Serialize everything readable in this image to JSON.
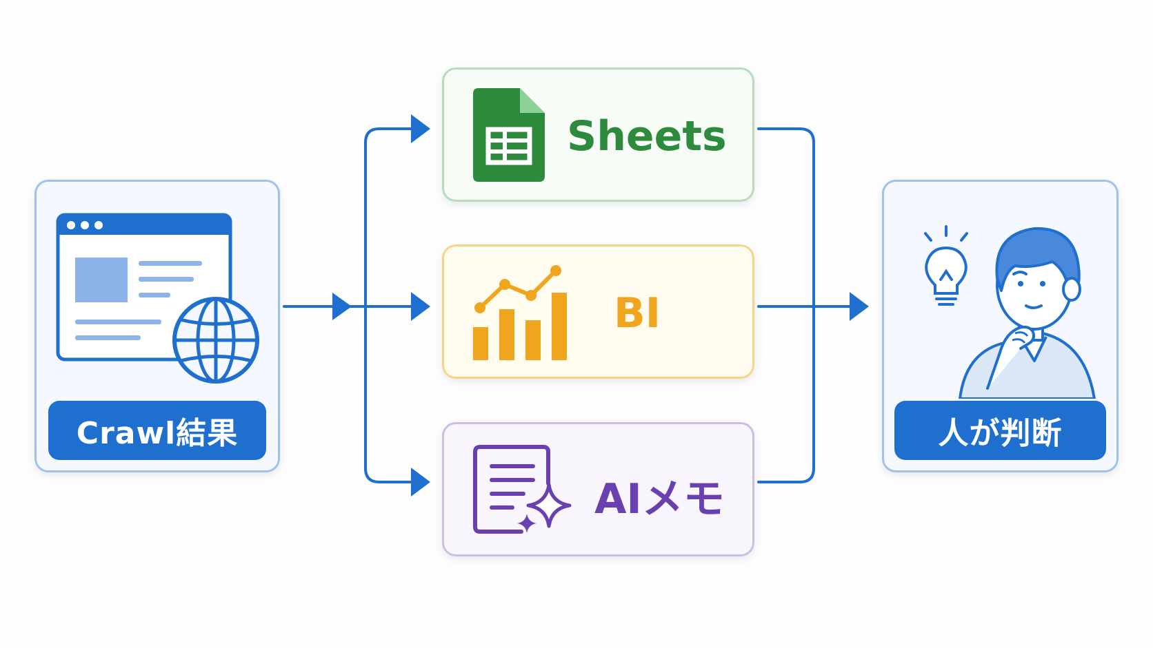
{
  "nodes": {
    "source": {
      "label": "Crawl結果"
    },
    "sheets": {
      "label": "Sheets"
    },
    "bi": {
      "label": "BI"
    },
    "aimemo": {
      "label": "AIメモ"
    },
    "person": {
      "label": "人が判断"
    }
  },
  "colors": {
    "arrow": "#1f6fcf",
    "pill": "#1f6fcf",
    "sheets": "#2e8b3e",
    "bi": "#efa51e",
    "aimemo": "#6a3fb0"
  },
  "icons": {
    "source": "browser-globe-icon",
    "sheets": "spreadsheet-icon",
    "bi": "bar-line-chart-icon",
    "aimemo": "ai-memo-sparkle-icon",
    "person": "thinking-person-icon"
  }
}
